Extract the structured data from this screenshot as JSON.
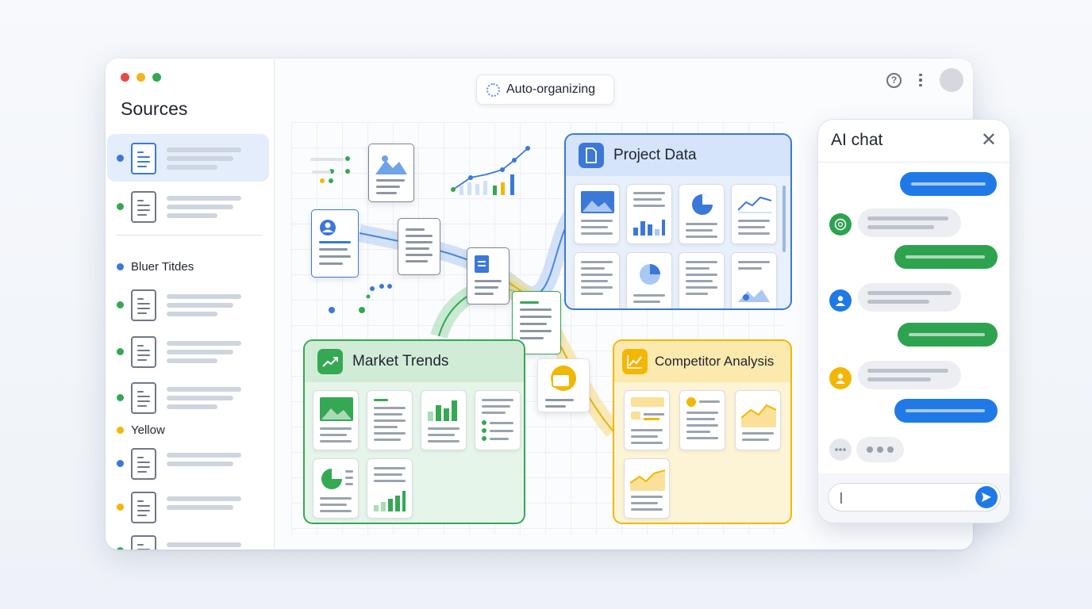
{
  "window": {
    "traffic_lights": [
      "#ea4b41",
      "#f5b41e",
      "#34a853"
    ]
  },
  "sidebar": {
    "title": "Sources",
    "sections": [
      {
        "label": "Bluer Titdes",
        "color": "#3b78d8"
      },
      {
        "label": "Yellow",
        "color": "#f2b705"
      }
    ],
    "items": [
      {
        "dot": "#3b78d8",
        "active": true,
        "icon": "doc-icon-blue"
      },
      {
        "dot": "#34a853",
        "active": false,
        "icon": "doc-icon"
      },
      {
        "dot": "#34a853",
        "active": false,
        "icon": "doc-icon"
      },
      {
        "dot": "#34a853",
        "active": false,
        "icon": "doc-icon"
      },
      {
        "dot": "#34a853",
        "active": false,
        "icon": "doc-icon"
      },
      {
        "dot": "#3b78d8",
        "active": false,
        "icon": "doc-icon"
      },
      {
        "dot": "#f2b705",
        "active": false,
        "icon": "doc-icon"
      },
      {
        "dot": "#34a853",
        "active": false,
        "icon": "doc-icon"
      }
    ]
  },
  "header": {
    "status_label": "Auto-organizing",
    "help_icon": "help-icon",
    "more_icon": "more-vert-icon",
    "avatar": "avatar"
  },
  "groups": {
    "project_data": {
      "title": "Project Data",
      "color": "#3b78d8"
    },
    "market_trends": {
      "title": "Market Trends",
      "color": "#34a853"
    },
    "competitor_analysis": {
      "title": "Competitor Analysis",
      "color": "#f2b705"
    }
  },
  "chat": {
    "title": "AI chat",
    "close_icon": "close-icon",
    "input_value": "|",
    "send_icon": "send-icon",
    "colors": {
      "blue": "#1f7ae8",
      "green": "#2ea34f",
      "yellow": "#f2b705"
    }
  }
}
